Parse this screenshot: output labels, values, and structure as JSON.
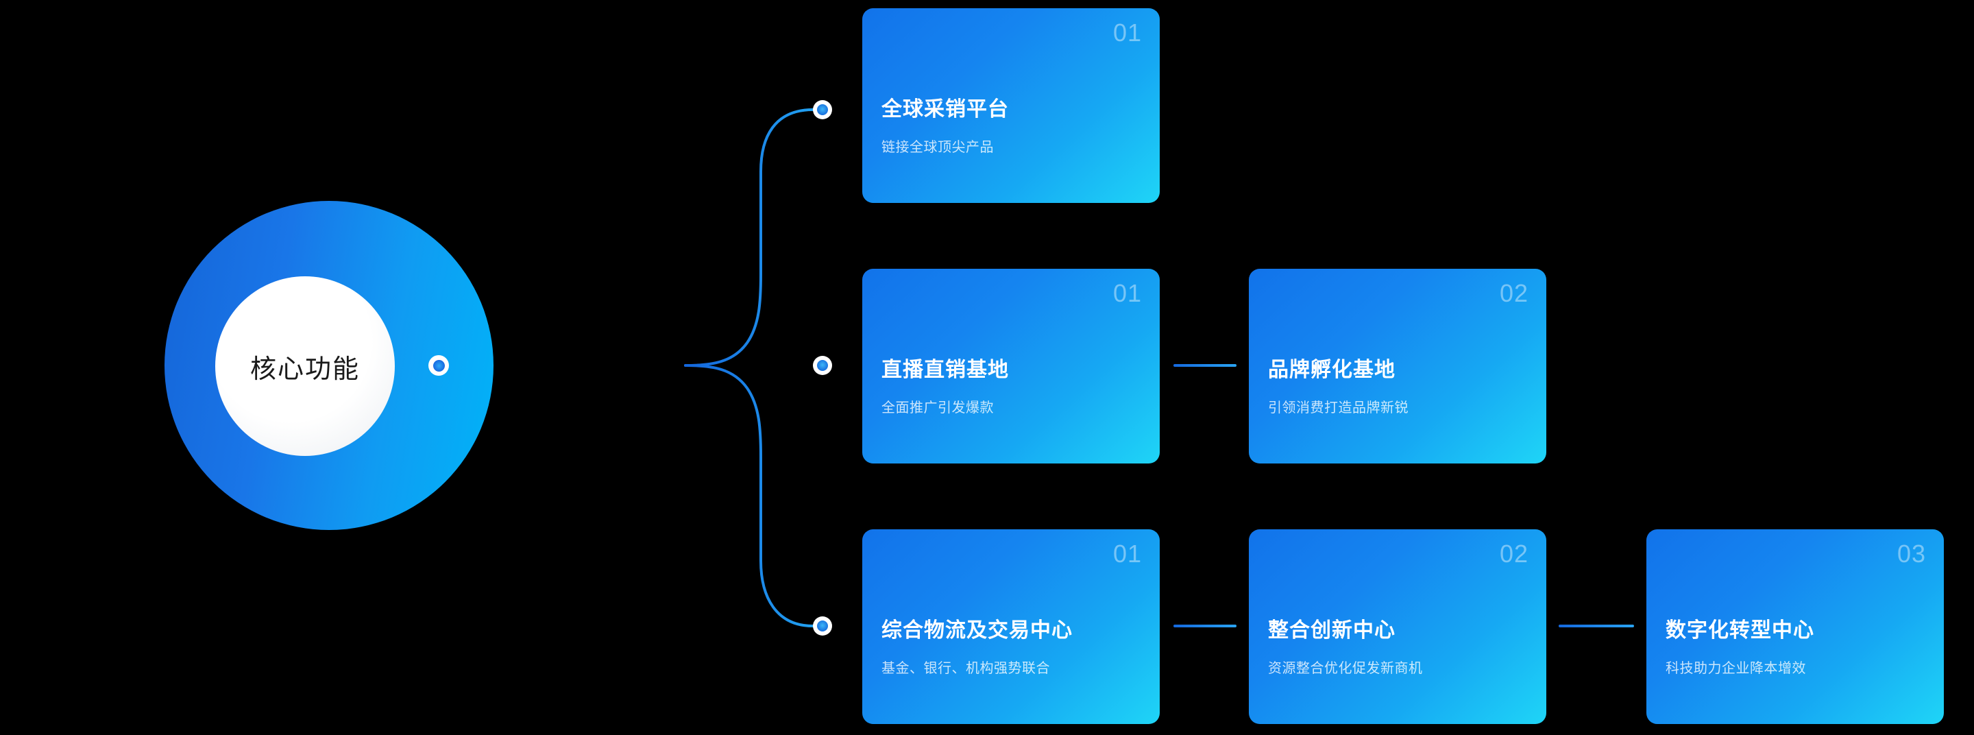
{
  "hub": {
    "label": "核心功能",
    "node_icon": "connector-node-icon"
  },
  "colors": {
    "background": "#000000",
    "hub_gradient_start": "#1565D8",
    "hub_gradient_end": "#00B4F8",
    "card_gradient_start": "#1273EA",
    "card_gradient_end": "#1FD5F7",
    "link_line": "#2AA4F2",
    "endpoint_dot": "#1267DC"
  },
  "rows": [
    {
      "name": "row-1",
      "cards": [
        {
          "number": "01",
          "title": "全球采销平台",
          "subtitle": "链接全球顶尖产品"
        }
      ]
    },
    {
      "name": "row-2",
      "cards": [
        {
          "number": "01",
          "title": "直播直销基地",
          "subtitle": "全面推广引发爆款"
        },
        {
          "number": "02",
          "title": "品牌孵化基地",
          "subtitle": "引领消费打造品牌新锐"
        }
      ]
    },
    {
      "name": "row-3",
      "cards": [
        {
          "number": "01",
          "title": "综合物流及交易中心",
          "subtitle": "基金、银行、机构强势联合"
        },
        {
          "number": "02",
          "title": "整合创新中心",
          "subtitle": "资源整合优化促发新商机"
        },
        {
          "number": "03",
          "title": "数字化转型中心",
          "subtitle": "科技助力企业降本增效"
        }
      ]
    }
  ]
}
